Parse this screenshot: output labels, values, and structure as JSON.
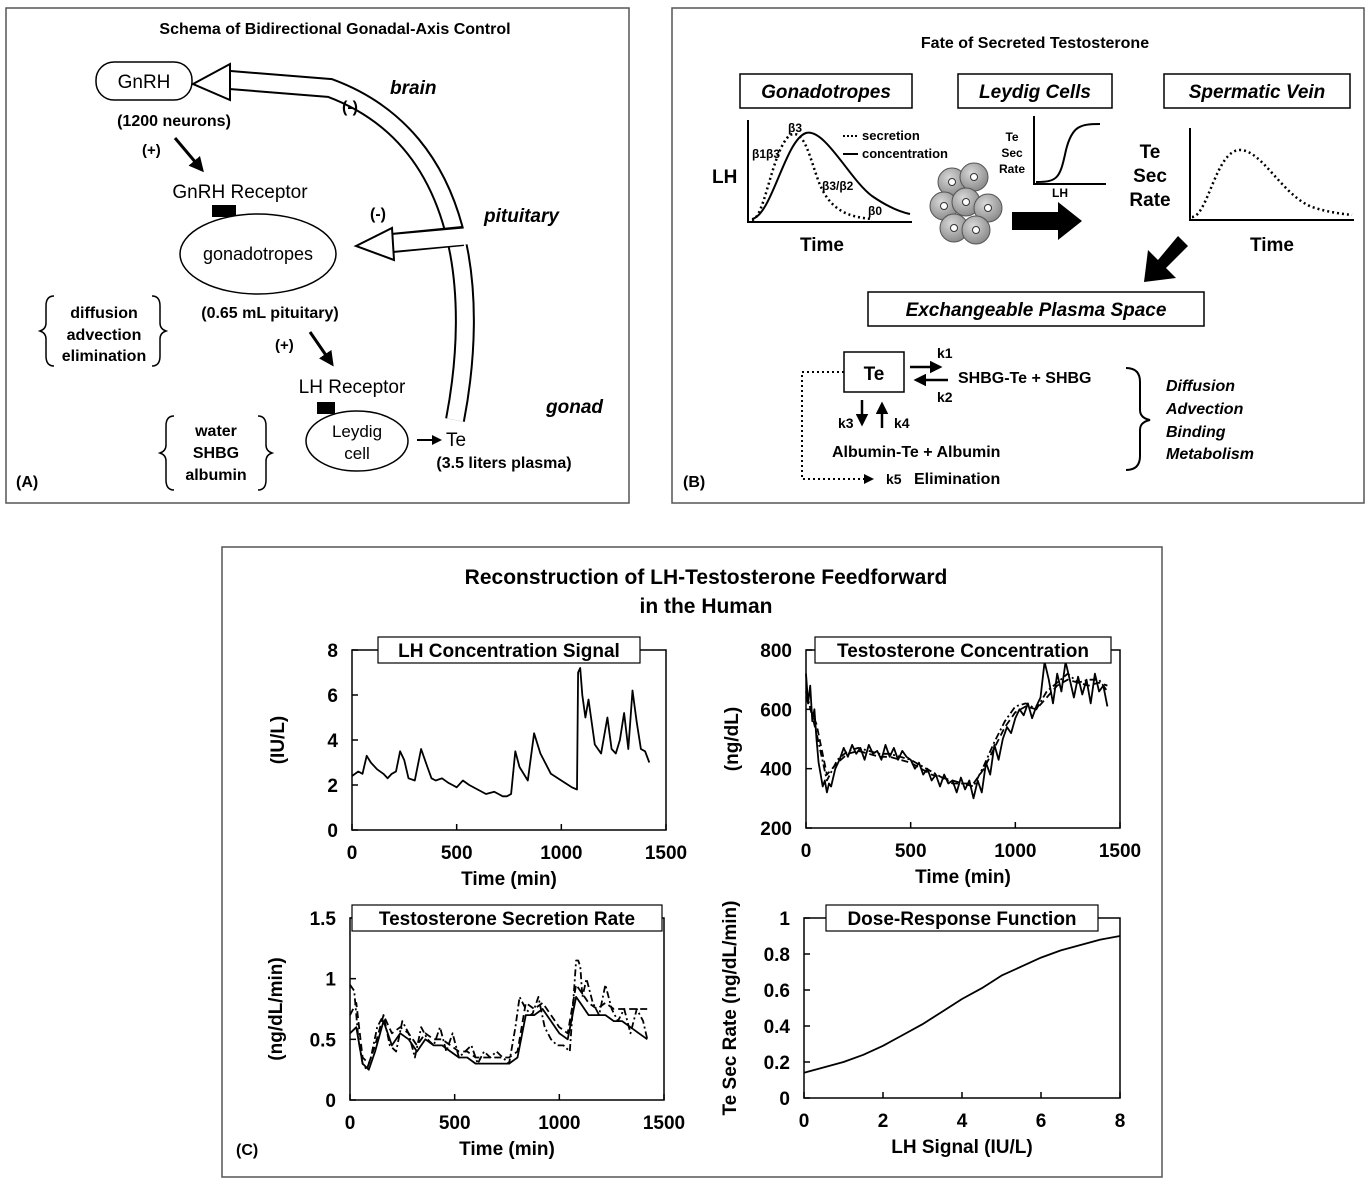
{
  "panel_a": {
    "title": "Schema of Bidirectional Gonadal-Axis Control",
    "label": "(A)",
    "gnrh": "GnRH",
    "neurons": "(1200 neurons)",
    "plus1": "(+)",
    "plus2": "(+)",
    "minus1": "(-)",
    "minus2": "(-)",
    "gnrh_receptor": "GnRH Receptor",
    "gonadotropes": "gonadotropes",
    "pituitary_volume": "(0.65 mL pituitary)",
    "lh_receptor": "LH Receptor",
    "leydig_1": "Leydig",
    "leydig_2": "cell",
    "te": "Te",
    "plasma": "(3.5 liters plasma)",
    "brain": "brain",
    "pituitary": "pituitary",
    "gonad": "gonad",
    "brace1": [
      "diffusion",
      "advection",
      "elimination"
    ],
    "brace2": [
      "water",
      "SHBG",
      "albumin"
    ]
  },
  "panel_b": {
    "title": "Fate of Secreted Testosterone",
    "label": "(B)",
    "gonadotropes": "Gonadotropes",
    "leydig": "Leydig Cells",
    "spermatic": "Spermatic Vein",
    "lh": "LH",
    "time1": "Time",
    "time2": "Time",
    "legend_secretion": "secretion",
    "legend_concentration": "concentration",
    "beta3": "β3",
    "beta1beta3": "β1β3",
    "beta3beta2": "β3/β2",
    "beta0": "β0",
    "te_sec_small": [
      "Te",
      "Sec",
      "Rate"
    ],
    "lh_small": "LH",
    "te_sec_big": [
      "Te",
      "Sec",
      "Rate"
    ],
    "exchangeable": "Exchangeable Plasma Space",
    "te_box": "Te",
    "k1": "k1",
    "k2": "k2",
    "k3": "k3",
    "k4": "k4",
    "k5": "k5",
    "shbg": "SHBG-Te + SHBG",
    "albumin": "Albumin-Te + Albumin",
    "elimination": "Elimination",
    "processes": [
      "Diffusion",
      "Advection",
      "Binding",
      "Metabolism"
    ]
  },
  "panel_c": {
    "title_1": "Reconstruction of LH-Testosterone Feedforward",
    "title_2": "in the Human",
    "label": "(C)"
  },
  "chart_data": [
    {
      "type": "line",
      "title": "LH Concentration Signal",
      "xlabel": "Time (min)",
      "ylabel": "(IU/L)",
      "xlim": [
        0,
        1500
      ],
      "ylim": [
        0,
        8
      ],
      "xticks": [
        0,
        500,
        1000,
        1500
      ],
      "yticks": [
        0,
        2,
        4,
        6,
        8
      ],
      "series": [
        {
          "style": "solid",
          "x": [
            0,
            30,
            50,
            70,
            90,
            120,
            150,
            170,
            190,
            210,
            230,
            250,
            270,
            300,
            330,
            360,
            380,
            400,
            430,
            460,
            480,
            500,
            530,
            560,
            600,
            640,
            680,
            700,
            720,
            740,
            760,
            780,
            800,
            840,
            870,
            900,
            950,
            1000,
            1050,
            1075,
            1080,
            1090,
            1100,
            1115,
            1130,
            1160,
            1190,
            1220,
            1240,
            1260,
            1280,
            1300,
            1320,
            1340,
            1360,
            1380,
            1400,
            1420
          ],
          "y": [
            2.4,
            2.6,
            2.5,
            3.3,
            3.0,
            2.7,
            2.5,
            2.3,
            2.5,
            2.6,
            3.5,
            3.1,
            2.3,
            2.2,
            3.6,
            2.8,
            2.3,
            2.2,
            2.3,
            2.1,
            2.0,
            1.9,
            2.2,
            2.0,
            1.8,
            1.6,
            1.7,
            1.6,
            1.5,
            1.5,
            1.6,
            3.5,
            2.8,
            2.2,
            4.3,
            3.4,
            2.5,
            2.2,
            1.9,
            1.8,
            7.0,
            7.2,
            6.0,
            5.0,
            5.8,
            3.8,
            3.4,
            5.0,
            3.6,
            3.4,
            4.0,
            5.2,
            3.6,
            6.2,
            4.8,
            3.6,
            3.5,
            3.0
          ]
        }
      ]
    },
    {
      "type": "line",
      "title": "Testosterone Concentration",
      "xlabel": "Time (min)",
      "ylabel": "(ng/dL)",
      "xlim": [
        0,
        1500
      ],
      "ylim": [
        200,
        800
      ],
      "xticks": [
        0,
        500,
        1000,
        1500
      ],
      "yticks": [
        200,
        400,
        600,
        800
      ],
      "series": [
        {
          "style": "solid",
          "x": [
            0,
            10,
            20,
            30,
            40,
            50,
            60,
            70,
            80,
            90,
            100,
            110,
            120,
            140,
            160,
            180,
            200,
            220,
            240,
            260,
            280,
            300,
            320,
            340,
            360,
            380,
            400,
            420,
            440,
            460,
            480,
            500,
            520,
            540,
            560,
            580,
            600,
            620,
            640,
            660,
            680,
            700,
            720,
            740,
            760,
            780,
            800,
            820,
            840,
            860,
            880,
            900,
            920,
            940,
            960,
            980,
            1000,
            1020,
            1040,
            1060,
            1080,
            1100,
            1120,
            1140,
            1160,
            1180,
            1200,
            1220,
            1240,
            1260,
            1280,
            1300,
            1320,
            1340,
            1360,
            1380,
            1400,
            1420,
            1440
          ],
          "y": [
            720,
            620,
            680,
            560,
            600,
            500,
            420,
            380,
            340,
            360,
            320,
            350,
            340,
            400,
            430,
            470,
            440,
            480,
            450,
            470,
            430,
            480,
            450,
            460,
            430,
            480,
            440,
            470,
            430,
            460,
            440,
            430,
            400,
            420,
            380,
            400,
            360,
            380,
            340,
            380,
            350,
            360,
            320,
            370,
            330,
            360,
            300,
            360,
            320,
            420,
            380,
            480,
            430,
            500,
            540,
            520,
            570,
            600,
            580,
            620,
            570,
            610,
            640,
            760,
            700,
            620,
            720,
            660,
            760,
            700,
            640,
            710,
            650,
            700,
            620,
            720,
            660,
            680,
            610
          ]
        },
        {
          "style": "dashed",
          "x": [
            0,
            50,
            100,
            150,
            200,
            250,
            300,
            350,
            400,
            450,
            500,
            550,
            600,
            650,
            700,
            750,
            800,
            850,
            900,
            950,
            1000,
            1050,
            1100,
            1150,
            1200,
            1250,
            1300,
            1350,
            1400,
            1440
          ],
          "y": [
            640,
            550,
            380,
            420,
            450,
            460,
            450,
            440,
            440,
            430,
            420,
            400,
            380,
            370,
            360,
            350,
            350,
            400,
            470,
            540,
            590,
            610,
            600,
            640,
            680,
            700,
            690,
            680,
            690,
            680
          ]
        },
        {
          "style": "dash-dot",
          "x": [
            0,
            50,
            100,
            150,
            200,
            250,
            300,
            350,
            400,
            450,
            500,
            550,
            600,
            650,
            700,
            750,
            800,
            850,
            900,
            950,
            1000,
            1050,
            1100,
            1150,
            1200,
            1250,
            1300,
            1350,
            1400,
            1440
          ],
          "y": [
            660,
            520,
            360,
            430,
            460,
            470,
            460,
            450,
            450,
            440,
            430,
            410,
            390,
            370,
            350,
            350,
            340,
            410,
            490,
            560,
            610,
            620,
            600,
            660,
            690,
            720,
            690,
            700,
            700,
            660
          ]
        }
      ]
    },
    {
      "type": "line",
      "title": "Testosterone Secretion Rate",
      "xlabel": "Time (min)",
      "ylabel": "(ng/dL/min)",
      "xlim": [
        0,
        1500
      ],
      "ylim": [
        0,
        1.5
      ],
      "xticks": [
        0,
        500,
        1000,
        1500
      ],
      "yticks": [
        0,
        0.5,
        1.0,
        1.5
      ],
      "series": [
        {
          "style": "dash-dot",
          "x": [
            0,
            20,
            40,
            60,
            80,
            100,
            130,
            160,
            190,
            220,
            250,
            280,
            310,
            340,
            370,
            400,
            430,
            460,
            490,
            520,
            550,
            580,
            610,
            640,
            670,
            700,
            730,
            760,
            790,
            810,
            840,
            870,
            900,
            930,
            960,
            990,
            1020,
            1050,
            1080,
            1090,
            1100,
            1110,
            1130,
            1160,
            1190,
            1220,
            1250,
            1280,
            1310,
            1340,
            1370,
            1400,
            1420
          ],
          "y": [
            0.95,
            0.9,
            0.5,
            0.3,
            0.25,
            0.35,
            0.6,
            0.7,
            0.45,
            0.4,
            0.65,
            0.55,
            0.35,
            0.6,
            0.5,
            0.45,
            0.6,
            0.4,
            0.55,
            0.35,
            0.4,
            0.45,
            0.3,
            0.4,
            0.35,
            0.4,
            0.35,
            0.3,
            0.6,
            0.85,
            0.75,
            0.7,
            0.85,
            0.6,
            0.5,
            0.45,
            0.45,
            0.4,
            1.15,
            1.15,
            1.1,
            0.85,
            1.0,
            0.8,
            0.7,
            0.95,
            0.75,
            0.65,
            0.75,
            0.55,
            0.75,
            0.65,
            0.5
          ]
        },
        {
          "style": "dashed",
          "x": [
            0,
            30,
            60,
            90,
            120,
            160,
            200,
            240,
            280,
            320,
            360,
            400,
            440,
            480,
            520,
            560,
            600,
            640,
            680,
            720,
            760,
            800,
            840,
            880,
            920,
            960,
            1000,
            1040,
            1080,
            1100,
            1140,
            1180,
            1220,
            1260,
            1300,
            1340,
            1380,
            1420
          ],
          "y": [
            0.7,
            0.8,
            0.35,
            0.3,
            0.45,
            0.7,
            0.55,
            0.6,
            0.55,
            0.45,
            0.55,
            0.5,
            0.5,
            0.45,
            0.4,
            0.4,
            0.35,
            0.35,
            0.35,
            0.35,
            0.35,
            0.4,
            0.8,
            0.75,
            0.8,
            0.7,
            0.6,
            0.55,
            0.95,
            0.9,
            0.8,
            0.75,
            0.8,
            0.75,
            0.75,
            0.75,
            0.75,
            0.75
          ]
        },
        {
          "style": "solid",
          "x": [
            0,
            30,
            60,
            90,
            120,
            160,
            200,
            240,
            280,
            320,
            360,
            400,
            440,
            480,
            520,
            560,
            600,
            640,
            680,
            720,
            760,
            800,
            840,
            880,
            920,
            960,
            1000,
            1040,
            1080,
            1100,
            1140,
            1180,
            1220,
            1260,
            1300,
            1340,
            1380,
            1420
          ],
          "y": [
            0.55,
            0.6,
            0.3,
            0.25,
            0.4,
            0.65,
            0.45,
            0.55,
            0.5,
            0.4,
            0.5,
            0.45,
            0.45,
            0.4,
            0.35,
            0.35,
            0.3,
            0.3,
            0.3,
            0.3,
            0.3,
            0.35,
            0.7,
            0.7,
            0.75,
            0.65,
            0.55,
            0.5,
            0.85,
            0.8,
            0.7,
            0.7,
            0.7,
            0.65,
            0.65,
            0.6,
            0.55,
            0.5
          ]
        }
      ]
    },
    {
      "type": "line",
      "title": "Dose-Response Function",
      "xlabel": "LH Signal (IU/L)",
      "ylabel": "Te Sec Rate (ng/dL/min)",
      "xlim": [
        0,
        8
      ],
      "ylim": [
        0,
        1.0
      ],
      "xticks": [
        0,
        2,
        4,
        6,
        8
      ],
      "yticks": [
        0,
        0.2,
        0.4,
        0.6,
        0.8,
        1.0
      ],
      "series": [
        {
          "style": "solid",
          "x": [
            0,
            0.5,
            1,
            1.5,
            2,
            2.5,
            3,
            3.5,
            4,
            4.5,
            5,
            5.5,
            6,
            6.5,
            7,
            7.5,
            8
          ],
          "y": [
            0.14,
            0.17,
            0.2,
            0.24,
            0.29,
            0.35,
            0.41,
            0.48,
            0.55,
            0.61,
            0.68,
            0.73,
            0.78,
            0.82,
            0.85,
            0.88,
            0.9
          ]
        }
      ]
    }
  ]
}
